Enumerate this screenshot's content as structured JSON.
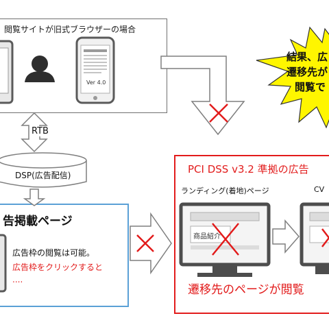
{
  "diagram": {
    "browser_panel": {
      "title": "閲覧サイトが旧式ブラウザーの場合",
      "phone_version": "Ver 4.0"
    },
    "burst": {
      "line1": "結果、広",
      "line2": "遷移先が",
      "line3": "閲覧で"
    },
    "rtb_label": "RTB",
    "dsp_label": "DSP(広告配信)",
    "ad_panel": {
      "title": "告掲載ページ",
      "line1": "広告枠の閲覧は可能。",
      "line2": "広告枠をクリックすると",
      "line3": "...."
    },
    "pci_panel": {
      "title": "PCI DSS v3.2 準拠の広告",
      "landing_label": "ランディング(着地)ページ",
      "cv_label": "CV",
      "product_label": "商品紹介",
      "bottom_text": "遷移先のページが閲覧"
    },
    "colors": {
      "red": "#e21b1b",
      "gray": "#7f7f7f",
      "blue": "#5aa0d6",
      "burst": "#fff600"
    }
  }
}
